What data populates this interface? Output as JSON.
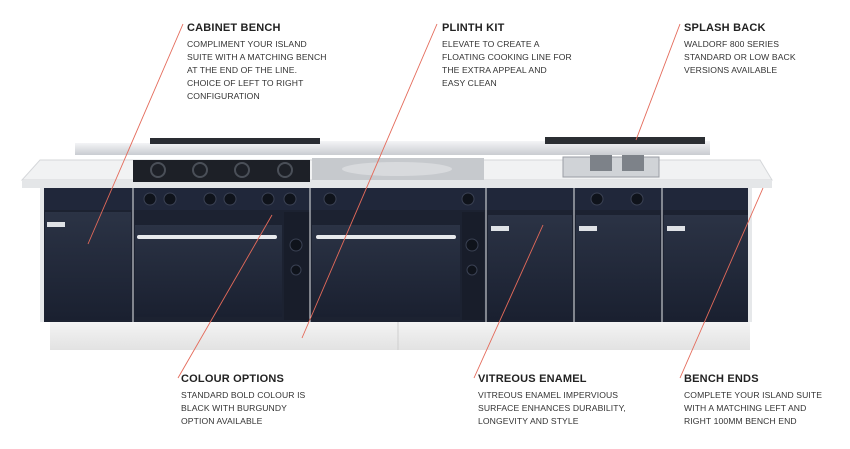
{
  "callouts": {
    "cabinet_bench": {
      "title": "CABINET BENCH",
      "text": "COMPLIMENT YOUR ISLAND SUITE WITH A MATCHING BENCH AT THE END OF THE LINE. CHOICE OF LEFT TO RIGHT CONFIGURATION"
    },
    "plinth_kit": {
      "title": "PLINTH KIT",
      "text": "ELEVATE TO CREATE A FLOATING COOKING LINE FOR THE EXTRA APPEAL AND EASY CLEAN"
    },
    "splash_back": {
      "title": "SPLASH BACK",
      "text": "WALDORF 800 SERIES STANDARD OR LOW BACK VERSIONS AVAILABLE"
    },
    "colour_options": {
      "title": "COLOUR OPTIONS",
      "text": "STANDARD BOLD COLOUR IS BLACK WITH BURGUNDY OPTION AVAILABLE"
    },
    "vitreous_enamel": {
      "title": "VITREOUS ENAMEL",
      "text": "VITREOUS ENAMEL IMPERVIOUS SURFACE ENHANCES DURABILITY, LONGEVITY AND STYLE"
    },
    "bench_ends": {
      "title": "BENCH ENDS",
      "text": "COMPLETE YOUR ISLAND SUITE WITH A MATCHING LEFT AND RIGHT 100MM BENCH END"
    }
  },
  "colors": {
    "leader_line": "#e46a5a",
    "cabinet": "#1f2636",
    "steel": "#d9dbde",
    "burner": "#15181d"
  }
}
